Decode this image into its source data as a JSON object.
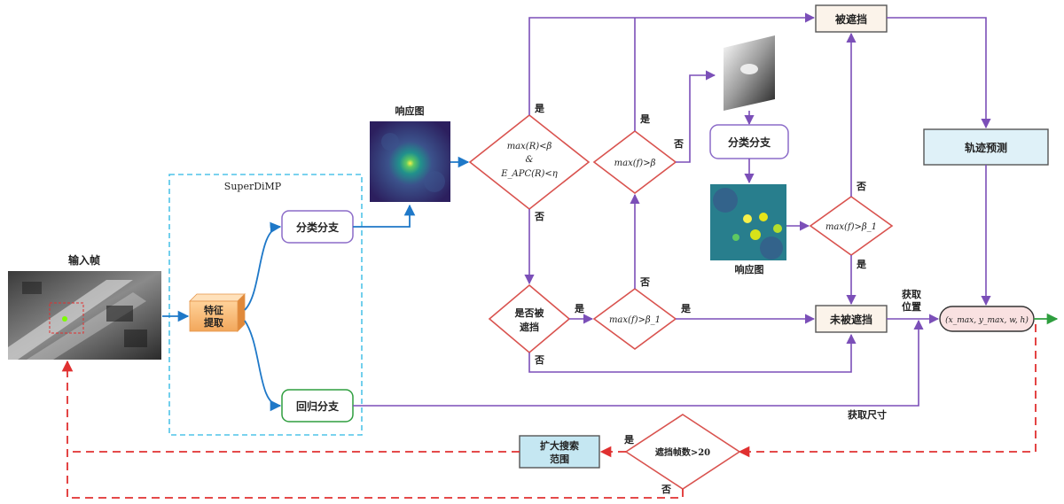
{
  "input_frame": {
    "label": "输入帧"
  },
  "feature_extraction": {
    "label_line1": "特征",
    "label_line2": "提取"
  },
  "superdimp": {
    "label": "SuperDiMP"
  },
  "classification_branch_1": {
    "label": "分类分支"
  },
  "regression_branch": {
    "label": "回归分支"
  },
  "response_map_1": {
    "label": "响应图"
  },
  "diamond_1": {
    "line1": "max(R)<β",
    "line2": "&",
    "line3": "E_APC(R)<η"
  },
  "diamond_2": {
    "label": "max(f)>β"
  },
  "diamond_3": {
    "label": "max(f)>β_1"
  },
  "diamond_4": {
    "label": "max(f)>β_1"
  },
  "occluded_check": {
    "line1": "是否被",
    "line2": "遮挡"
  },
  "occluded": {
    "label": "被遮挡"
  },
  "not_occluded": {
    "label": "未被遮挡"
  },
  "trajectory_prediction": {
    "label": "轨迹预测"
  },
  "classification_branch_2": {
    "label": "分类分支"
  },
  "response_map_2": {
    "label": "响应图"
  },
  "output": {
    "label": "(x_max, y_max, w, h)"
  },
  "get_position": {
    "line1": "获取",
    "line2": "位置"
  },
  "get_size": {
    "label": "获取尺寸"
  },
  "occlusion_count": {
    "label": "遮挡帧数>20"
  },
  "expand_search": {
    "line1": "扩大搜索",
    "line2": "范围"
  },
  "edge_labels": {
    "yes": "是",
    "no": "否"
  },
  "colors": {
    "purple": "#7B4FB8",
    "blue": "#1E78C8",
    "red": "#E03030",
    "cyan": "#4FC3E8",
    "green": "#2E9E3E"
  }
}
